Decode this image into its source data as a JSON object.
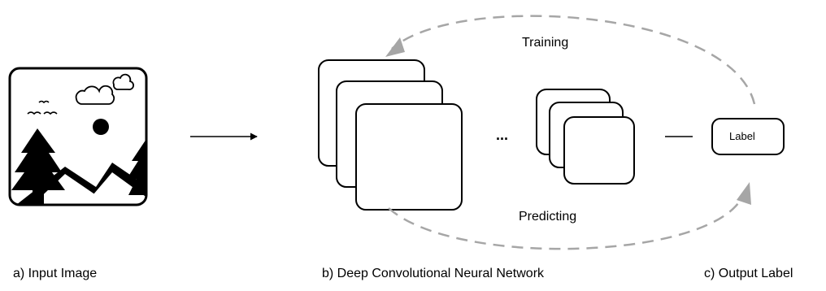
{
  "captions": {
    "input": "a) Input Image",
    "network": "b) Deep Convolutional Neural Network",
    "output": "c) Output Label"
  },
  "labels": {
    "training": "Training",
    "predicting": "Predicting",
    "ellipsis": "...",
    "label_box": "Label"
  }
}
